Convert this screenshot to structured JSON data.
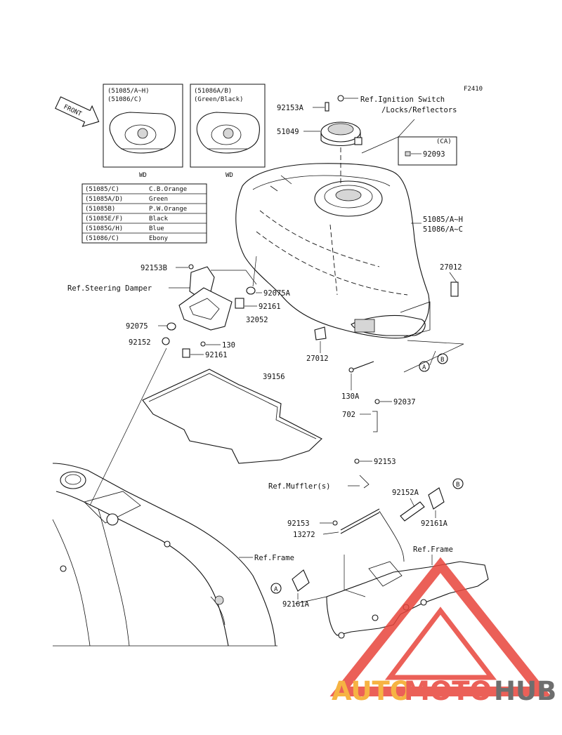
{
  "figure_code": "F2410",
  "front_label": "FRONT",
  "insets": [
    {
      "lines": [
        "(51085/A~H)",
        "(51086/C)"
      ],
      "caption": "WD"
    },
    {
      "lines": [
        "(51086A/B)",
        "(Green/Black)"
      ],
      "caption": "WD"
    }
  ],
  "color_legend": [
    {
      "code": "(51085/C)",
      "color": "C.B.Orange"
    },
    {
      "code": "(51085A/D)",
      "color": "Green"
    },
    {
      "code": "(51085B)",
      "color": "P.W.Orange"
    },
    {
      "code": "(51085E/F)",
      "color": "Black"
    },
    {
      "code": "(51085G/H)",
      "color": "Blue"
    },
    {
      "code": "(51086/C)",
      "color": "Ebony"
    }
  ],
  "ca_box": {
    "title": "(CA)",
    "part": "92093"
  },
  "labels": {
    "p92153A": "92153A",
    "ref_ignition_1": "Ref.Ignition Switch",
    "ref_ignition_2": "/Locks/Reflectors",
    "p51049": "51049",
    "p51085_1": "51085/A~H",
    "p51085_2": "51086/A~C",
    "p92153B": "92153B",
    "ref_steering": "Ref.Steering Damper",
    "p92075A": "92075A",
    "p27012a": "27012",
    "p92161a": "92161",
    "p32052": "32052",
    "p92075": "92075",
    "p92152": "92152",
    "p130": "130",
    "p92161b": "92161",
    "p27012b": "27012",
    "p39156": "39156",
    "p130A": "130A",
    "p92037": "92037",
    "p702": "702",
    "p92153a": "92153",
    "ref_muffler": "Ref.Muffler(s)",
    "p92152A": "92152A",
    "p92161A_r": "92161A",
    "p92153b": "92153",
    "p13272": "13272",
    "ref_frame_r": "Ref.Frame",
    "ref_frame_l": "Ref.Frame",
    "p92161A_l": "92161A"
  },
  "callouts": {
    "a": "A",
    "b": "B"
  },
  "watermark": {
    "part1": "AUTO",
    "part2": "MOTO",
    "part3": "HUB"
  },
  "colors": {
    "line": "#111111",
    "watermark_orange": "#f5a623",
    "watermark_red": "#e8453c",
    "watermark_gray": "#555555"
  }
}
